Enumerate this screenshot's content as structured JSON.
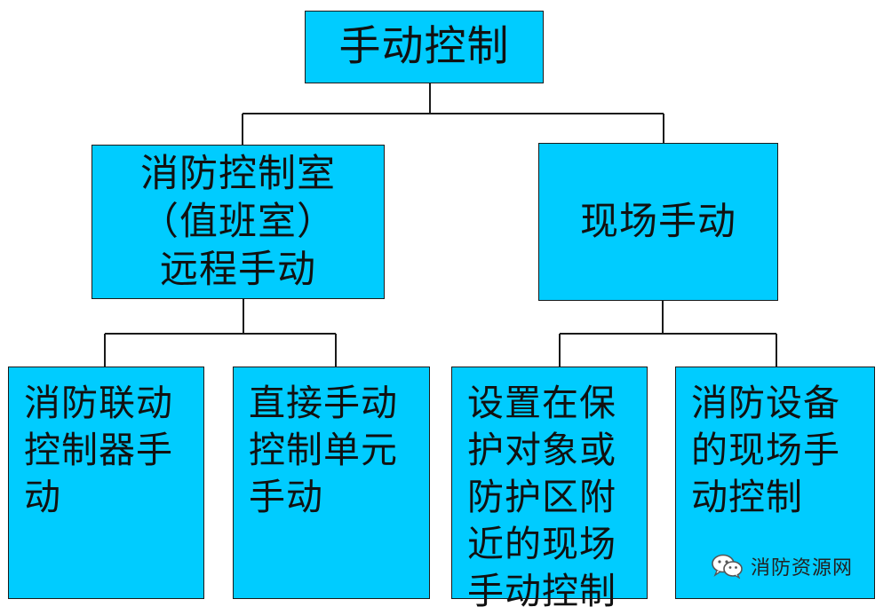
{
  "root": {
    "label": "手动控制"
  },
  "branches": [
    {
      "lines": [
        "消防控制室",
        "（值班室）",
        "远程手动"
      ],
      "children": [
        {
          "label": "消防联动控制器手动"
        },
        {
          "label": "直接手动控制单元手动"
        }
      ]
    },
    {
      "lines": [
        "现场手动"
      ],
      "children": [
        {
          "label": "设置在保护对象或防护区附近的现场手动控制"
        },
        {
          "label": "消防设备的现场手动控制"
        }
      ]
    }
  ],
  "watermark": {
    "text": "消防资源网",
    "icon": "wechat-icon"
  },
  "colors": {
    "box_fill": "#00ccff",
    "box_border": "#1a1a1a",
    "line": "#1a1a1a"
  }
}
